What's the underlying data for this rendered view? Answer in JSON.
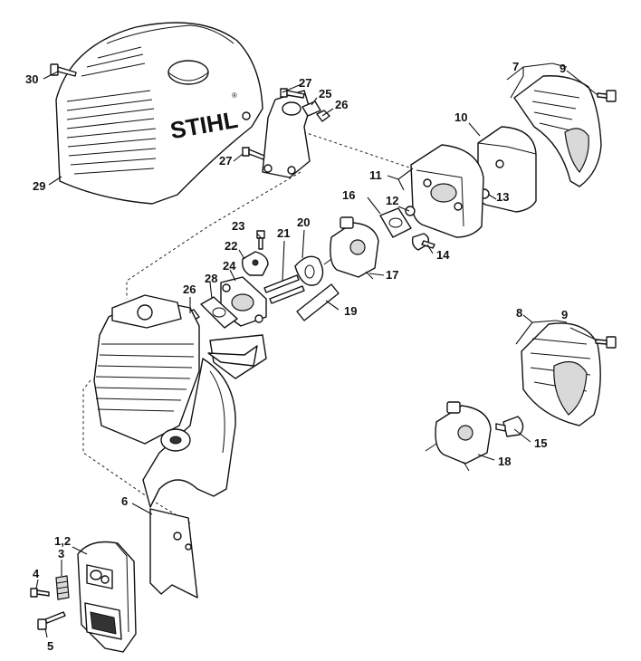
{
  "diagram": {
    "brand_text": "STIHL",
    "registered_mark": "®",
    "callouts": [
      {
        "id": "c30",
        "text": "30"
      },
      {
        "id": "c29",
        "text": "29"
      },
      {
        "id": "c27a",
        "text": "27"
      },
      {
        "id": "c25",
        "text": "25"
      },
      {
        "id": "c26a",
        "text": "26"
      },
      {
        "id": "c27b",
        "text": "27"
      },
      {
        "id": "c7",
        "text": "7"
      },
      {
        "id": "c9a",
        "text": "9"
      },
      {
        "id": "c10",
        "text": "10"
      },
      {
        "id": "c11",
        "text": "11"
      },
      {
        "id": "c12",
        "text": "12"
      },
      {
        "id": "c13",
        "text": "13"
      },
      {
        "id": "c16",
        "text": "16"
      },
      {
        "id": "c14",
        "text": "14"
      },
      {
        "id": "c20",
        "text": "20"
      },
      {
        "id": "c21",
        "text": "21"
      },
      {
        "id": "c23",
        "text": "23"
      },
      {
        "id": "c22",
        "text": "22"
      },
      {
        "id": "c24",
        "text": "24"
      },
      {
        "id": "c28",
        "text": "28"
      },
      {
        "id": "c26b",
        "text": "26"
      },
      {
        "id": "c17",
        "text": "17"
      },
      {
        "id": "c19",
        "text": "19"
      },
      {
        "id": "c8",
        "text": "8"
      },
      {
        "id": "c9b",
        "text": "9"
      },
      {
        "id": "c15",
        "text": "15"
      },
      {
        "id": "c18",
        "text": "18"
      },
      {
        "id": "c6",
        "text": "6"
      },
      {
        "id": "c12b",
        "text": "1,2"
      },
      {
        "id": "c3",
        "text": "3"
      },
      {
        "id": "c4",
        "text": "4"
      },
      {
        "id": "c5",
        "text": "5"
      }
    ]
  }
}
